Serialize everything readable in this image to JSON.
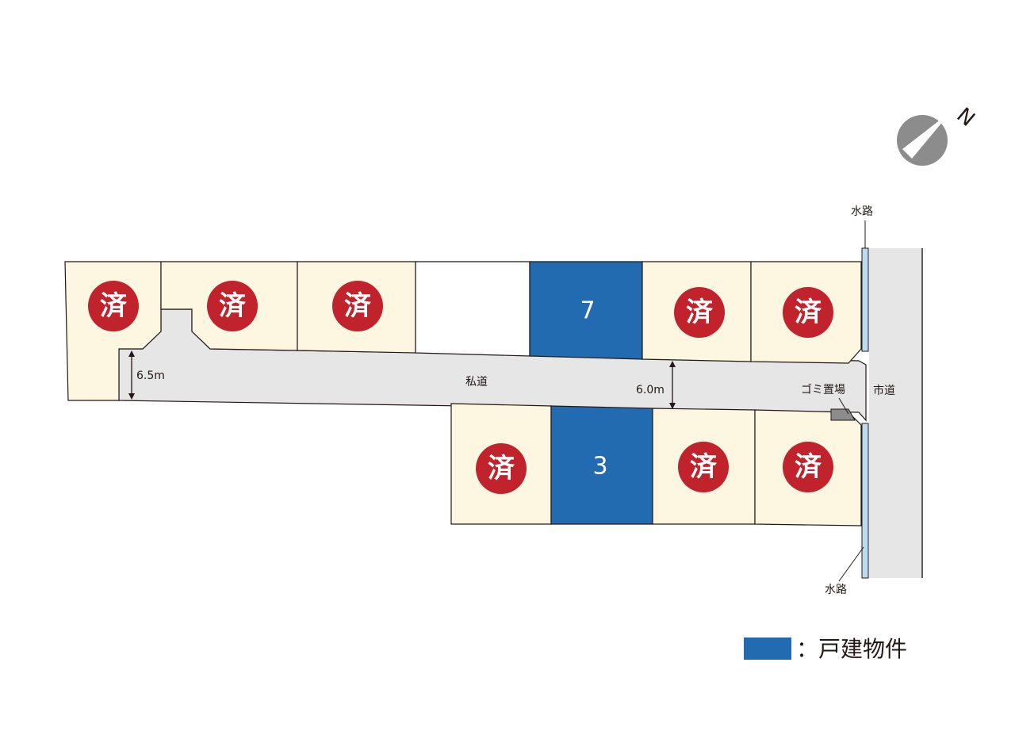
{
  "map": {
    "sold_mark": "済",
    "lots": {
      "lot_1": {
        "status": "sold"
      },
      "lot_2": {
        "status": "sold"
      },
      "lot_3": {
        "status": "sold"
      },
      "lot_4": {
        "status": "vacant"
      },
      "lot_5": {
        "status": "house",
        "number": "7"
      },
      "lot_6": {
        "status": "sold"
      },
      "lot_7": {
        "status": "sold"
      },
      "lot_8": {
        "status": "sold"
      },
      "lot_9": {
        "status": "house",
        "number": "3"
      },
      "lot_10": {
        "status": "sold"
      },
      "lot_11": {
        "status": "sold"
      }
    },
    "labels": {
      "private_road": "私道",
      "city_road": "市道",
      "waterway_top": "水路",
      "waterway_bottom": "水路",
      "garbage": "ゴミ置場",
      "width_left": "6.5m",
      "width_center": "6.0m"
    },
    "compass": {
      "north_label": "N"
    },
    "legend": {
      "text": "：戸建物件"
    },
    "colors": {
      "sold_fill": "#fdf6e0",
      "house_fill": "#236bb0",
      "sold_mark": "#c1232d",
      "road": "#e6e6e6",
      "waterway": "#bcdcf1",
      "garbage": "#8c8c8c"
    }
  }
}
